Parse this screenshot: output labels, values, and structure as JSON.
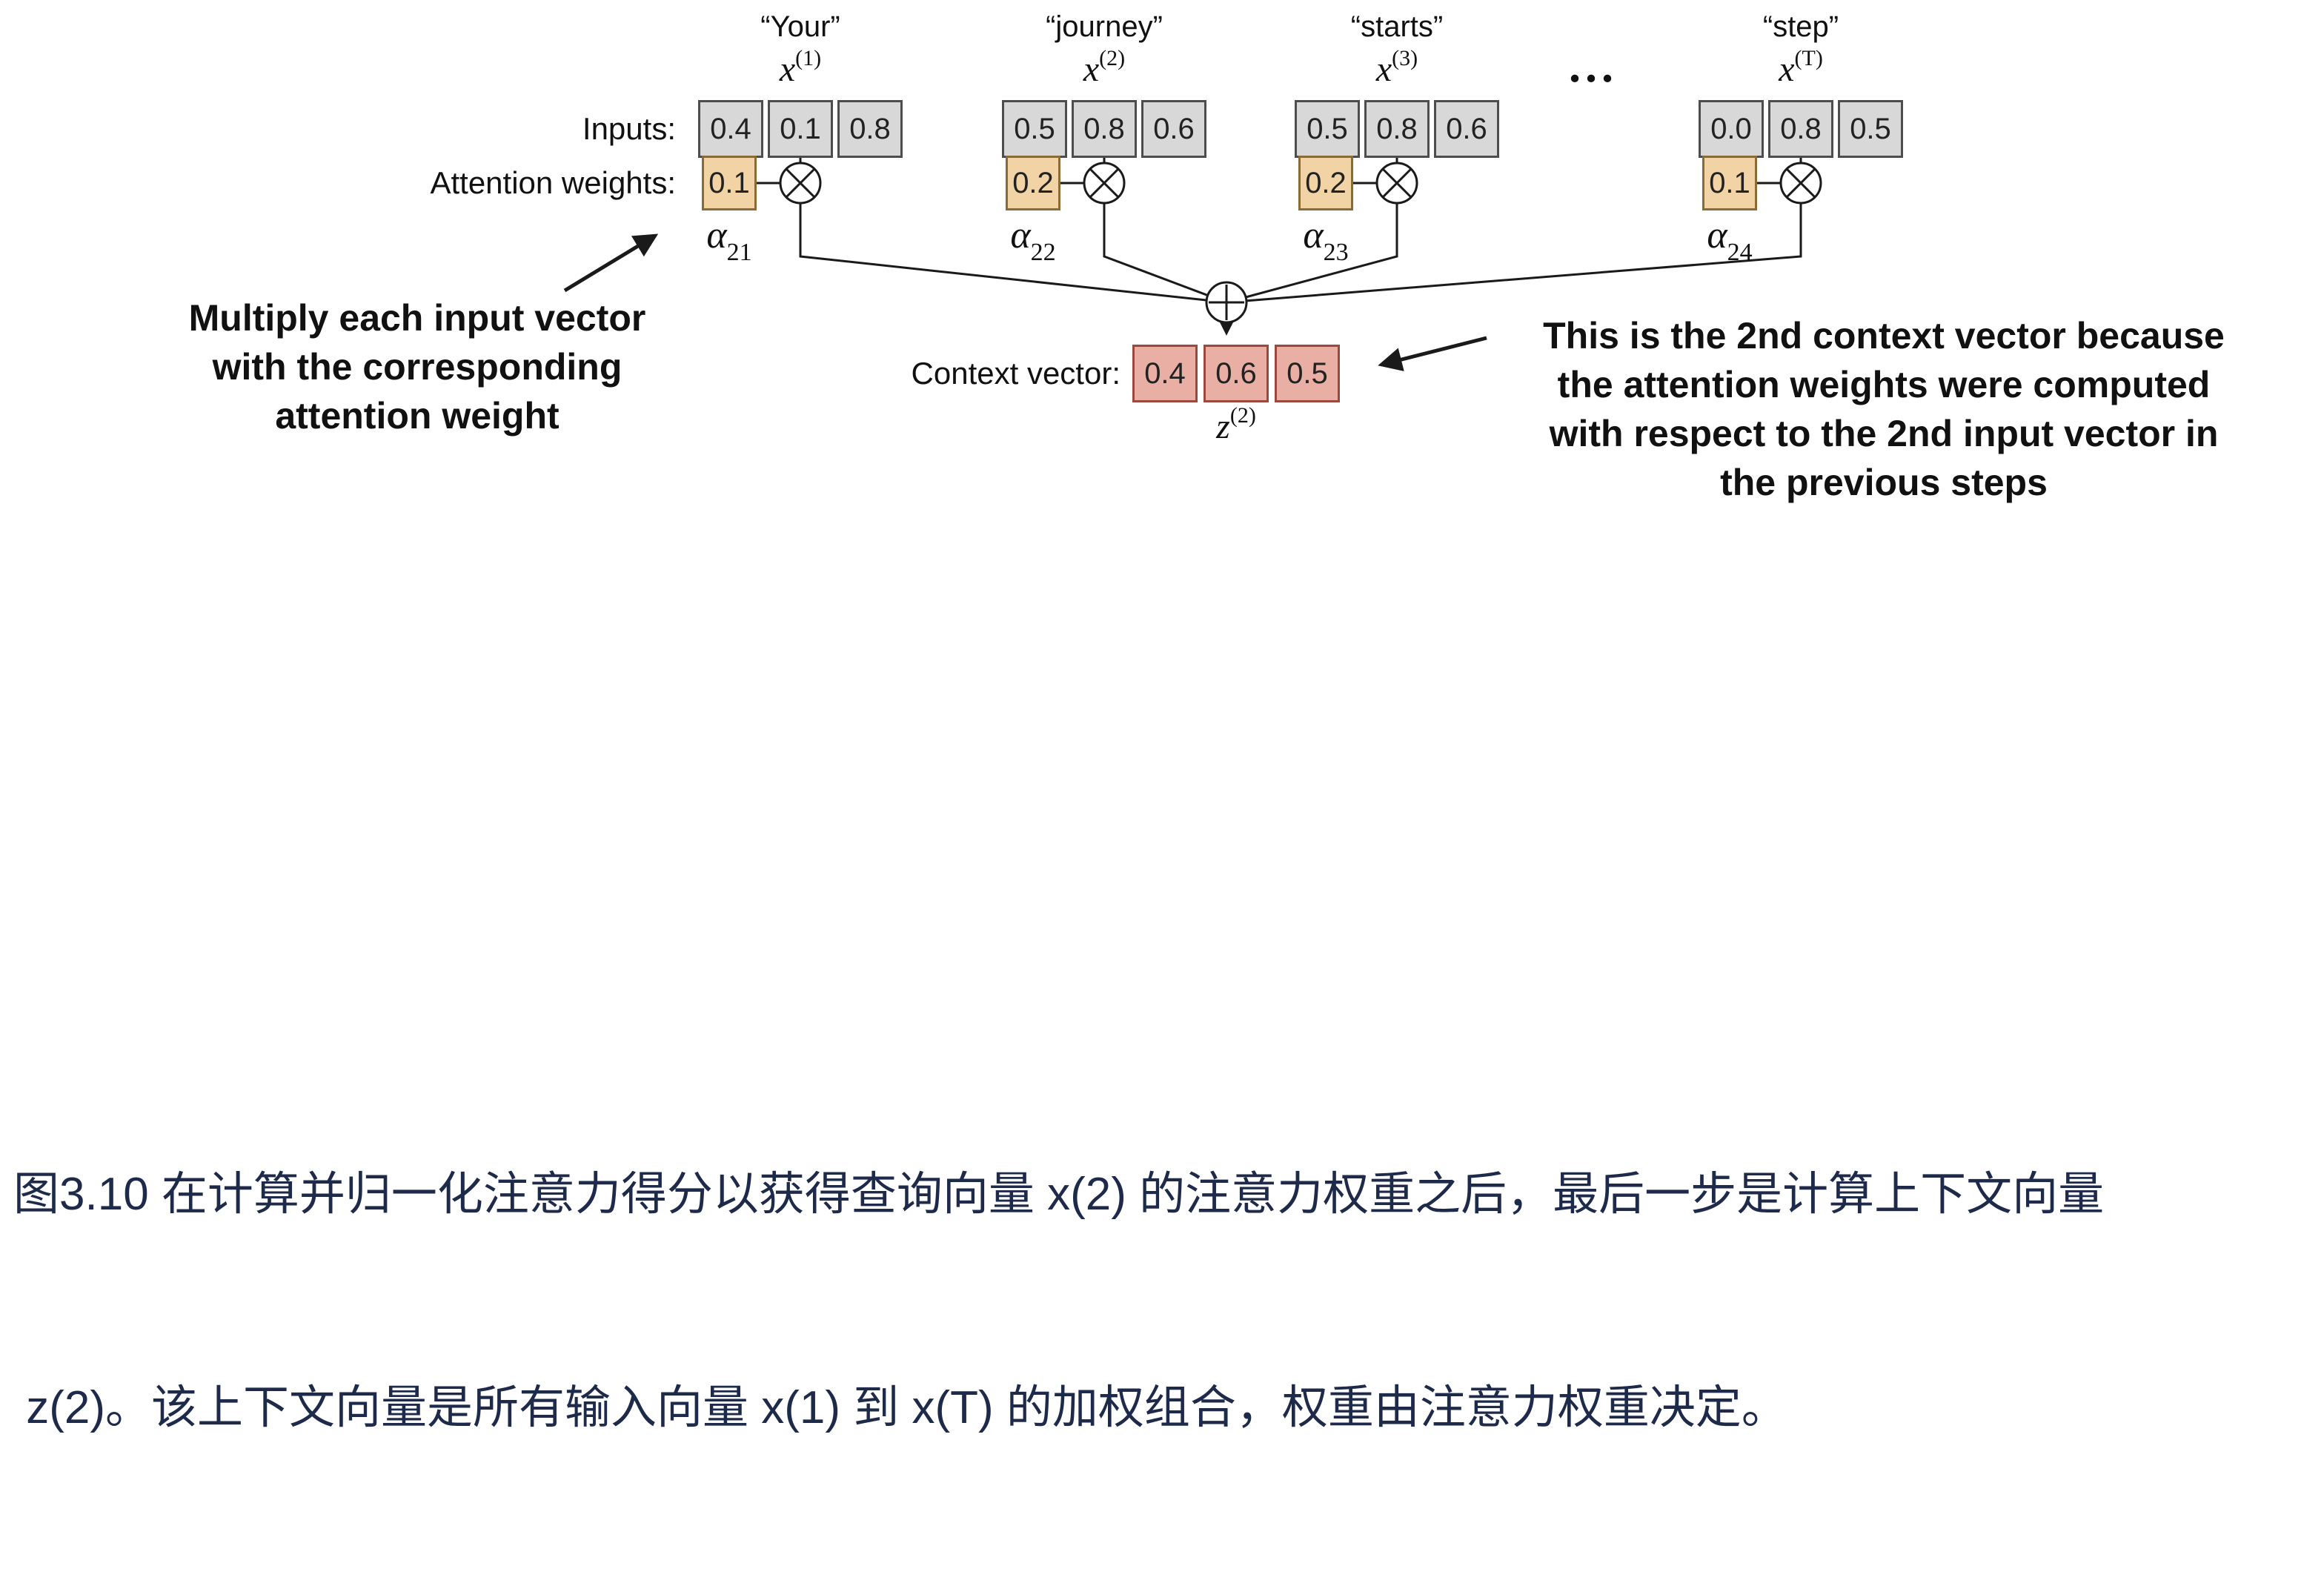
{
  "colors": {
    "input_box_fill": "#d8d8d8",
    "input_box_border": "#4d4d4d",
    "weight_box_fill": "#f2d3a6",
    "weight_box_border": "#8a6a35",
    "context_box_fill": "#e9aea4",
    "context_box_border": "#994a3c",
    "line": "#1a1a1a",
    "caption": "#1e2a4a"
  },
  "labels": {
    "inputs": "Inputs:",
    "attention_weights": "Attention weights:",
    "context_vector": "Context vector:"
  },
  "columns": [
    {
      "word": "“Your”",
      "symbol": "x",
      "superscript": "(1)",
      "values": [
        "0.4",
        "0.1",
        "0.8"
      ],
      "weight": "0.1",
      "alpha": "α",
      "alpha_sub": "21"
    },
    {
      "word": "“journey”",
      "symbol": "x",
      "superscript": "(2)",
      "values": [
        "0.5",
        "0.8",
        "0.6"
      ],
      "weight": "0.2",
      "alpha": "α",
      "alpha_sub": "22"
    },
    {
      "word": "“starts”",
      "symbol": "x",
      "superscript": "(3)",
      "values": [
        "0.5",
        "0.8",
        "0.6"
      ],
      "weight": "0.2",
      "alpha": "α",
      "alpha_sub": "23"
    },
    {
      "word": "“step”",
      "symbol": "x",
      "superscript": "(T)",
      "values": [
        "0.0",
        "0.8",
        "0.5"
      ],
      "weight": "0.1",
      "alpha": "α",
      "alpha_sub": "24"
    }
  ],
  "ellipsis": "...",
  "context_vector": {
    "symbol": "z",
    "superscript": "(2)",
    "values": [
      "0.4",
      "0.6",
      "0.5"
    ]
  },
  "icons": {
    "multiply_operator": "⊗",
    "add_operator": "⊕"
  },
  "annotations": {
    "left_lines": [
      "Multiply each input vector",
      "with the corresponding",
      "attention weight"
    ],
    "right_lines": [
      "This is the 2nd context vector because",
      "the attention weights were computed",
      "with respect to the 2nd input vector in",
      "the previous steps"
    ]
  },
  "caption": {
    "line1": "图3.10 在计算并归一化注意力得分以获得查询向量 x(2) 的注意力权重之后，最后一步是计算上下文向量",
    "line2": " z(2)。该上下文向量是所有输入向量 x(1) 到 x(T) 的加权组合，权重由注意力权重决定。"
  }
}
